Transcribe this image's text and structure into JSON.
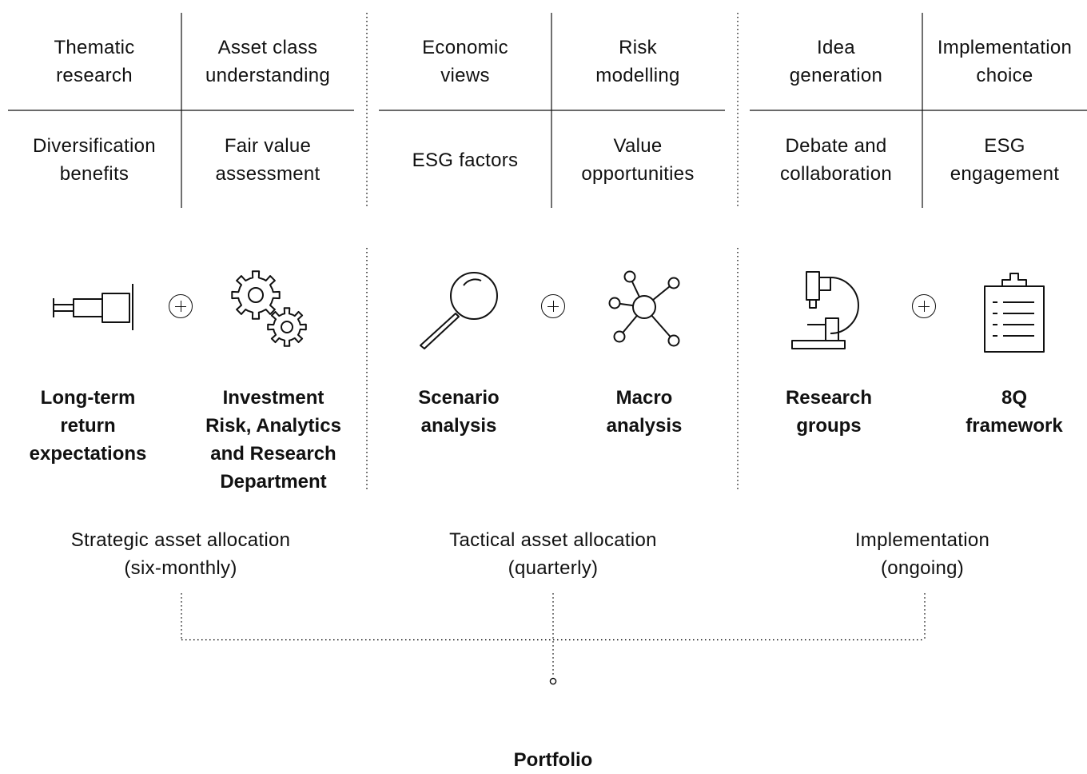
{
  "columns": [
    {
      "grid": [
        "Thematic\nresearch",
        "Asset class\nunderstanding",
        "Diversification\nbenefits",
        "Fair value\nassessment"
      ],
      "tools": [
        "Long-term\nreturn\nexpectations",
        "Investment\nRisk, Analytics\nand Research\nDepartment"
      ],
      "icons": [
        "telescope-icon",
        "gears-icon"
      ],
      "stage": "Strategic asset allocation\n(six-monthly)"
    },
    {
      "grid": [
        "Economic\nviews",
        "Risk\nmodelling",
        "ESG factors",
        "Value\nopportunities"
      ],
      "tools": [
        "Scenario\nanalysis",
        "Macro\nanalysis"
      ],
      "icons": [
        "magnifying-glass-icon",
        "network-icon"
      ],
      "stage": "Tactical asset allocation\n(quarterly)"
    },
    {
      "grid": [
        "Idea\ngeneration",
        "Implementation\nchoice",
        "Debate and\ncollaboration",
        "ESG\nengagement"
      ],
      "tools": [
        "Research\ngroups",
        "8Q\nframework"
      ],
      "icons": [
        "microscope-icon",
        "clipboard-icon"
      ],
      "stage": "Implementation\n(ongoing)"
    }
  ],
  "result": "Portfolio"
}
